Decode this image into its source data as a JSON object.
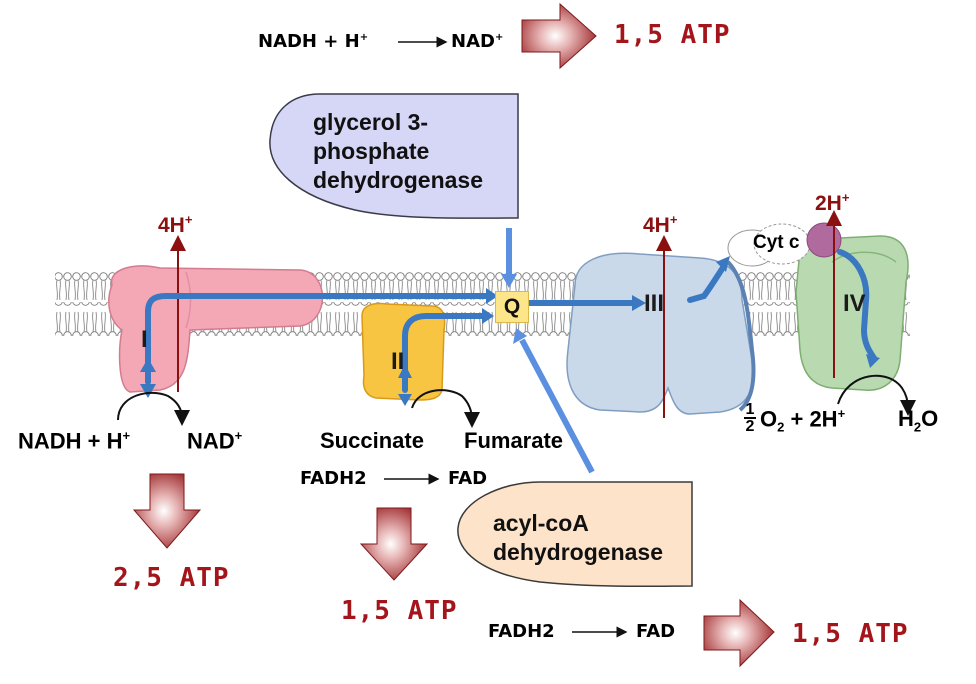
{
  "top": {
    "equation": {
      "left": "NADH + H",
      "sup": "+",
      "right": "NAD",
      "right_sup": "+"
    },
    "atp": "1,5 ATP"
  },
  "complexes": {
    "i": "I",
    "ii": "II",
    "q": "Q",
    "iii": "III",
    "iv": "IV",
    "cytc": "Cyt c"
  },
  "bubbles": {
    "glycerol": "glycerol 3-\nphosphate\ndehydrogenase",
    "acyl": "acyl-coA\ndehydrogenase"
  },
  "protons": {
    "complex_i": {
      "base": "4H",
      "sup": "+"
    },
    "complex_iii": {
      "base": "4H",
      "sup": "+"
    },
    "complex_iv": {
      "base": "2H",
      "sup": "+"
    }
  },
  "complex_i_reaction": {
    "nadh": "NADH + H",
    "nadh_sup": "+",
    "nad": "NAD",
    "nad_sup": "+"
  },
  "complex_ii_reaction": {
    "succinate": "Succinate",
    "fumarate": "Fumarate"
  },
  "complex_iv_reaction": {
    "frac_num": "1",
    "frac_den": "2",
    "o2": "O",
    "o2_sub": "2",
    "plus": "+ 2H",
    "plus_sup": "+",
    "h2o": "H",
    "h2o_sub": "2",
    "h2o_o": "O"
  },
  "fadh_mid": {
    "left": "FADH2",
    "right": "FAD"
  },
  "fadh_bottom": {
    "left": "FADH2",
    "right": "FAD"
  },
  "atp_labels": {
    "complex_i": "2,5 ATP",
    "complex_ii": "1,5 ATP",
    "acyl": "1,5 ATP"
  },
  "colors": {
    "atp_text": "#a3151b",
    "proton": "#8b1010",
    "complex_i": "#f4a7b5",
    "complex_ii": "#f7c542",
    "complex_iii": "#c9d9ea",
    "complex_iv": "#b9dab0",
    "cyt_c": "#b06a9e",
    "q_box": "#fde58a",
    "glycerol_bubble": "#d6d6f6",
    "acyl_bubble": "#fde3c9",
    "electron_path": "#3a78c2",
    "big_arrow": "#a03030"
  }
}
